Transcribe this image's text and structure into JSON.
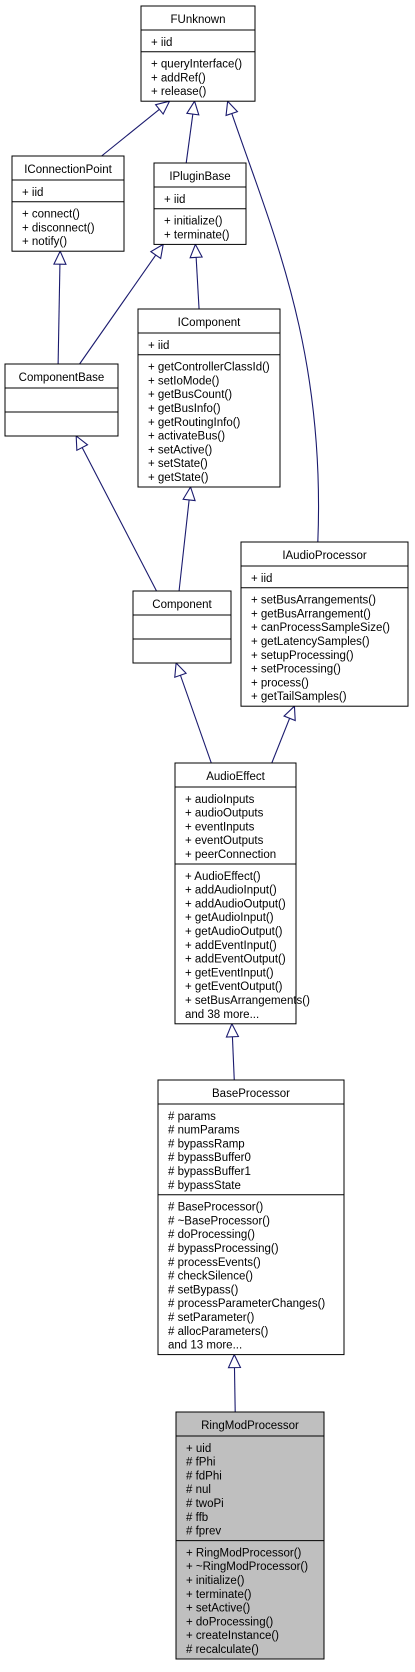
{
  "classes": {
    "funknown": {
      "title": "FUnknown",
      "attributes": [
        "+ iid"
      ],
      "methods": [
        "+ queryInterface()",
        "+ addRef()",
        "+ release()"
      ]
    },
    "iconnectionpoint": {
      "title": "IConnectionPoint",
      "attributes": [
        "+ iid"
      ],
      "methods": [
        "+ connect()",
        "+ disconnect()",
        "+ notify()"
      ]
    },
    "ipluginbase": {
      "title": "IPluginBase",
      "attributes": [
        "+ iid"
      ],
      "methods": [
        "+ initialize()",
        "+ terminate()"
      ]
    },
    "icomponent": {
      "title": "IComponent",
      "attributes": [
        "+ iid"
      ],
      "methods": [
        "+ getControllerClassId()",
        "+ setIoMode()",
        "+ getBusCount()",
        "+ getBusInfo()",
        "+ getRoutingInfo()",
        "+ activateBus()",
        "+ setActive()",
        "+ setState()",
        "+ getState()"
      ]
    },
    "componentbase": {
      "title": "ComponentBase",
      "attributes": [],
      "methods": []
    },
    "iaudioprocessor": {
      "title": "IAudioProcessor",
      "attributes": [
        "+ iid"
      ],
      "methods": [
        "+ setBusArrangements()",
        "+ getBusArrangement()",
        "+ canProcessSampleSize()",
        "+ getLatencySamples()",
        "+ setupProcessing()",
        "+ setProcessing()",
        "+ process()",
        "+ getTailSamples()"
      ]
    },
    "component": {
      "title": "Component",
      "attributes": [],
      "methods": []
    },
    "audioeffect": {
      "title": "AudioEffect",
      "attributes": [
        "+ audioInputs",
        "+ audioOutputs",
        "+ eventInputs",
        "+ eventOutputs",
        "+ peerConnection"
      ],
      "methods": [
        "+ AudioEffect()",
        "+ addAudioInput()",
        "+ addAudioOutput()",
        "+ getAudioInput()",
        "+ getAudioOutput()",
        "+ addEventInput()",
        "+ addEventOutput()",
        "+ getEventInput()",
        "+ getEventOutput()",
        "+ setBusArrangements()",
        "and 38 more..."
      ]
    },
    "baseprocessor": {
      "title": "BaseProcessor",
      "attributes": [
        "# params",
        "# numParams",
        "# bypassRamp",
        "# bypassBuffer0",
        "# bypassBuffer1",
        "# bypassState"
      ],
      "methods": [
        "# BaseProcessor()",
        "# ~BaseProcessor()",
        "# doProcessing()",
        "# bypassProcessing()",
        "# processEvents()",
        "# checkSilence()",
        "# setBypass()",
        "# processParameterChanges()",
        "# setParameter()",
        "# allocParameters()",
        "and 13 more..."
      ]
    },
    "ringmodprocessor": {
      "title": "RingModProcessor",
      "attributes": [
        "+ uid",
        "# fPhi",
        "# fdPhi",
        "# nul",
        "# twoPi",
        "# ffb",
        "# fprev"
      ],
      "methods": [
        "+ RingModProcessor()",
        "+ ~RingModProcessor()",
        "+ initialize()",
        "+ terminate()",
        "+ setActive()",
        "+ doProcessing()",
        "+ createInstance()",
        "# recalculate()"
      ]
    }
  }
}
